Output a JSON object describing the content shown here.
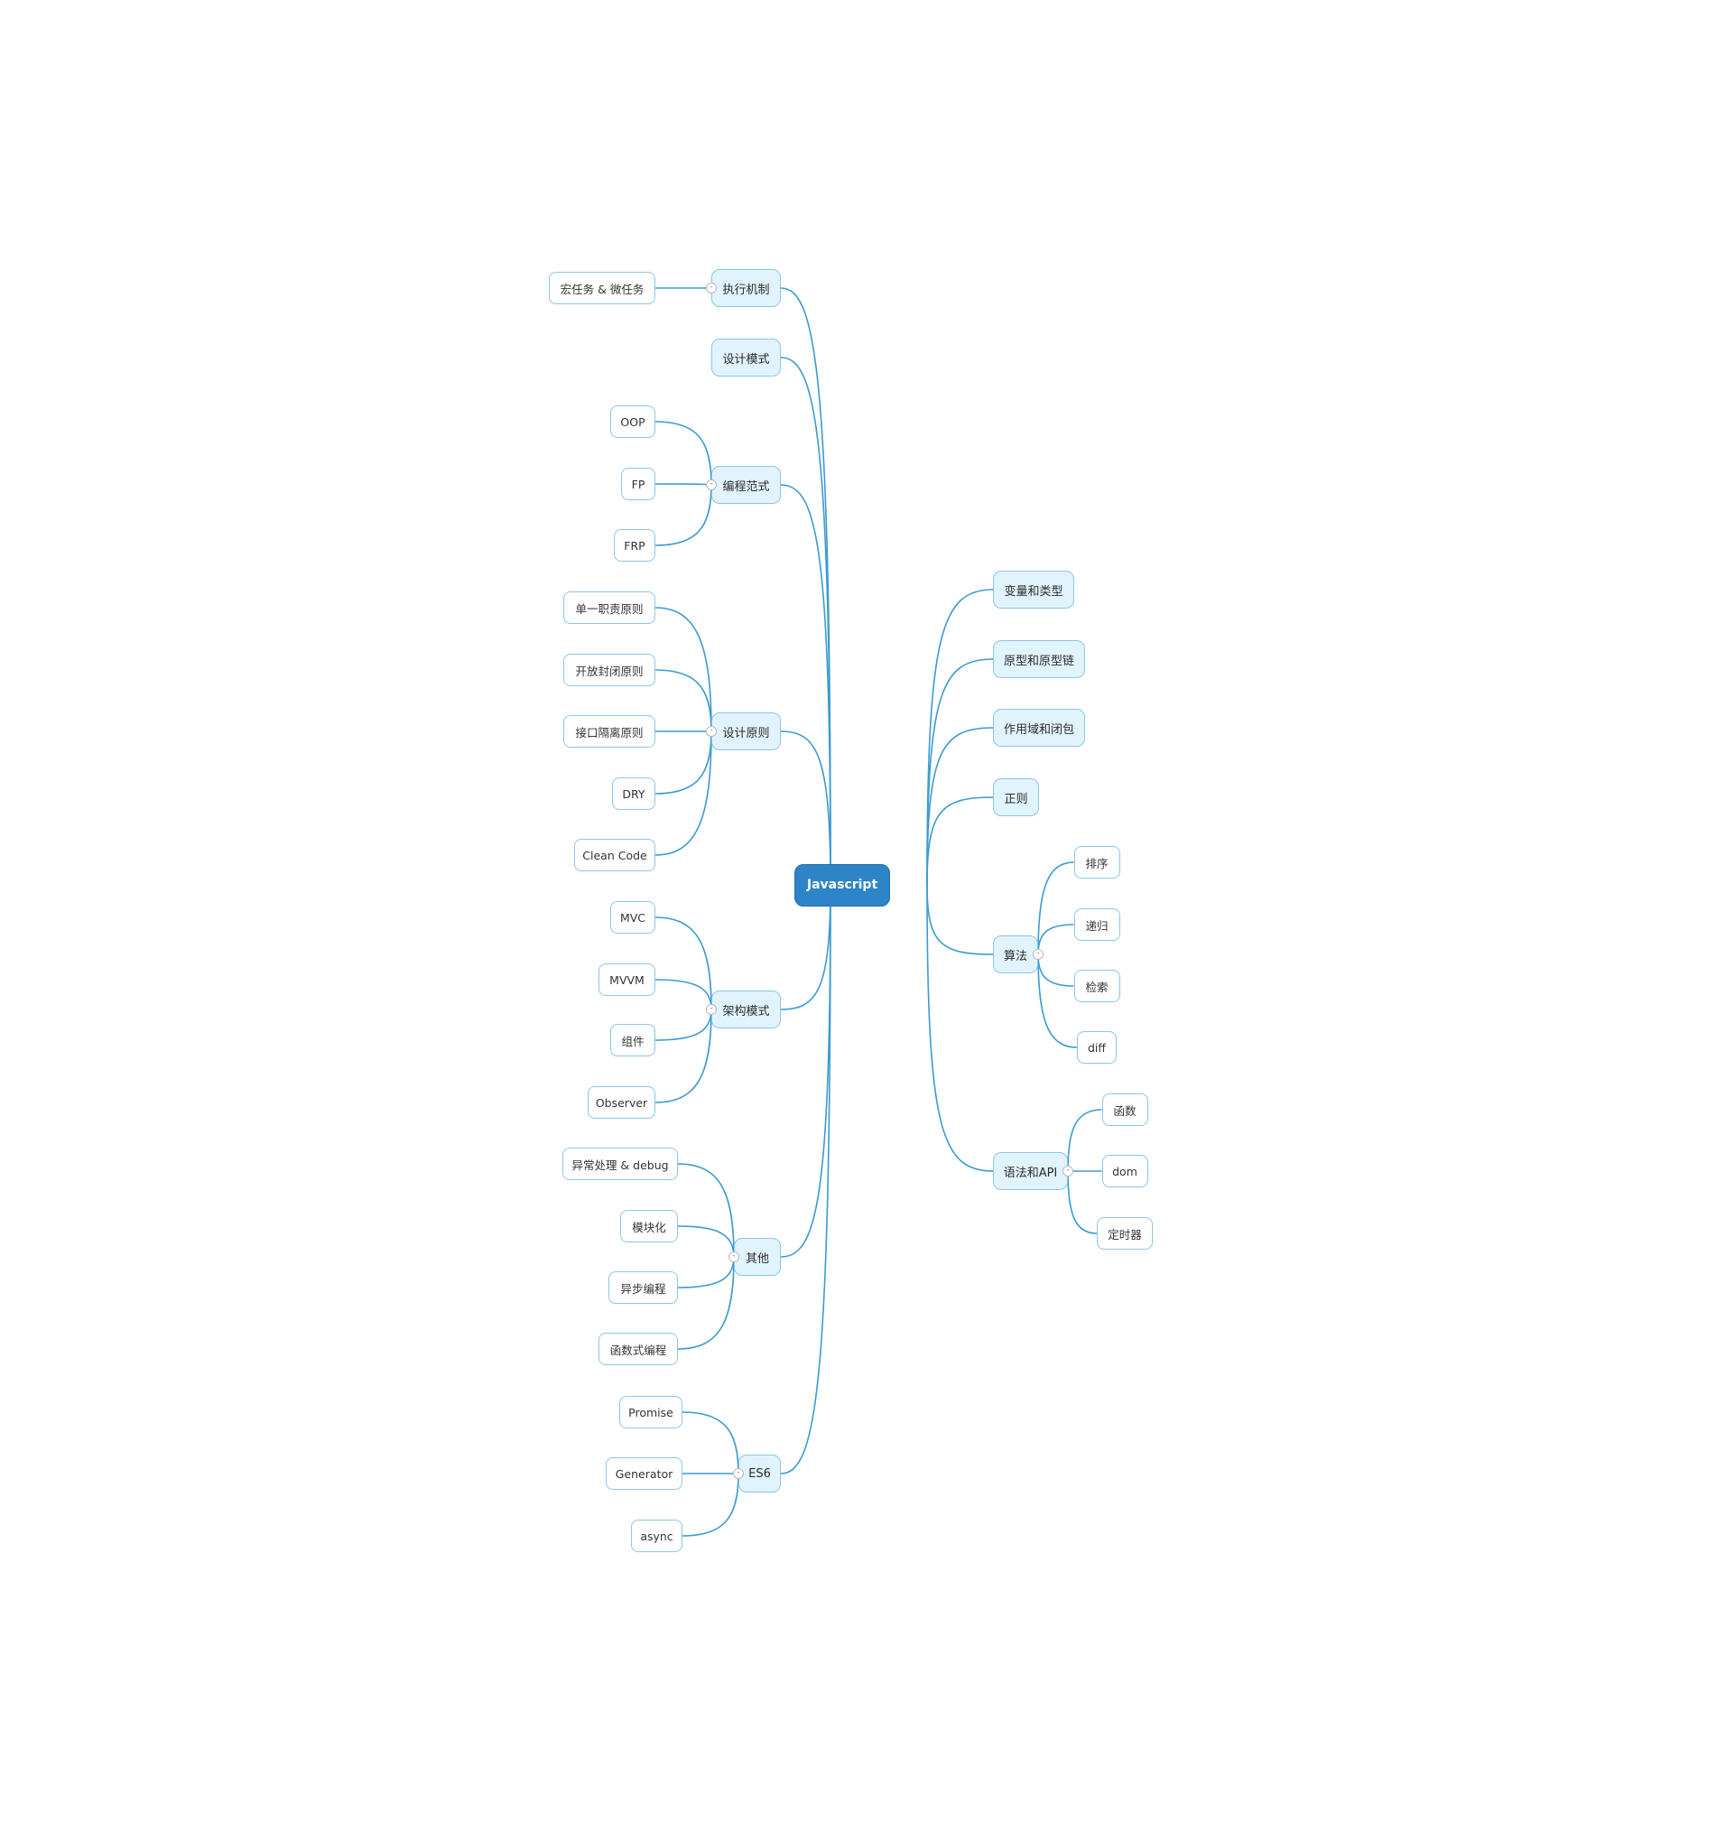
{
  "colors": {
    "line": "#3b9bd1",
    "root_fill": "#2d84c6",
    "topic_fill": "#e1f3fc",
    "border": "#8cc6e7"
  },
  "toggle_symbol": "-",
  "root": {
    "label": "Javascript"
  },
  "branches": {
    "exec": {
      "label": "执行机制",
      "children": [
        "宏任务 & 微任务"
      ]
    },
    "design": {
      "label": "设计模式",
      "children": []
    },
    "para": {
      "label": "编程范式",
      "children": [
        "OOP",
        "FP",
        "FRP"
      ]
    },
    "prin": {
      "label": "设计原则",
      "children": [
        "单一职责原则",
        "开放封闭原则",
        "接口隔离原则",
        "DRY",
        "Clean Code"
      ]
    },
    "arch": {
      "label": "架构模式",
      "children": [
        "MVC",
        "MVVM",
        "组件",
        "Observer"
      ]
    },
    "other": {
      "label": "其他",
      "children": [
        "异常处理 & debug",
        "模块化",
        "异步编程",
        "函数式编程"
      ]
    },
    "es6": {
      "label": "ES6",
      "children": [
        "Promise",
        "Generator",
        "async"
      ]
    },
    "var": {
      "label": "变量和类型",
      "children": []
    },
    "proto": {
      "label": "原型和原型链",
      "children": []
    },
    "scope": {
      "label": "作用域和闭包",
      "children": []
    },
    "regex": {
      "label": "正则",
      "children": []
    },
    "algo": {
      "label": "算法",
      "children": [
        "排序",
        "递归",
        "检索",
        "diff"
      ]
    },
    "syntax": {
      "label": "语法和API",
      "children": [
        "函数",
        "dom",
        "定时器"
      ]
    }
  }
}
